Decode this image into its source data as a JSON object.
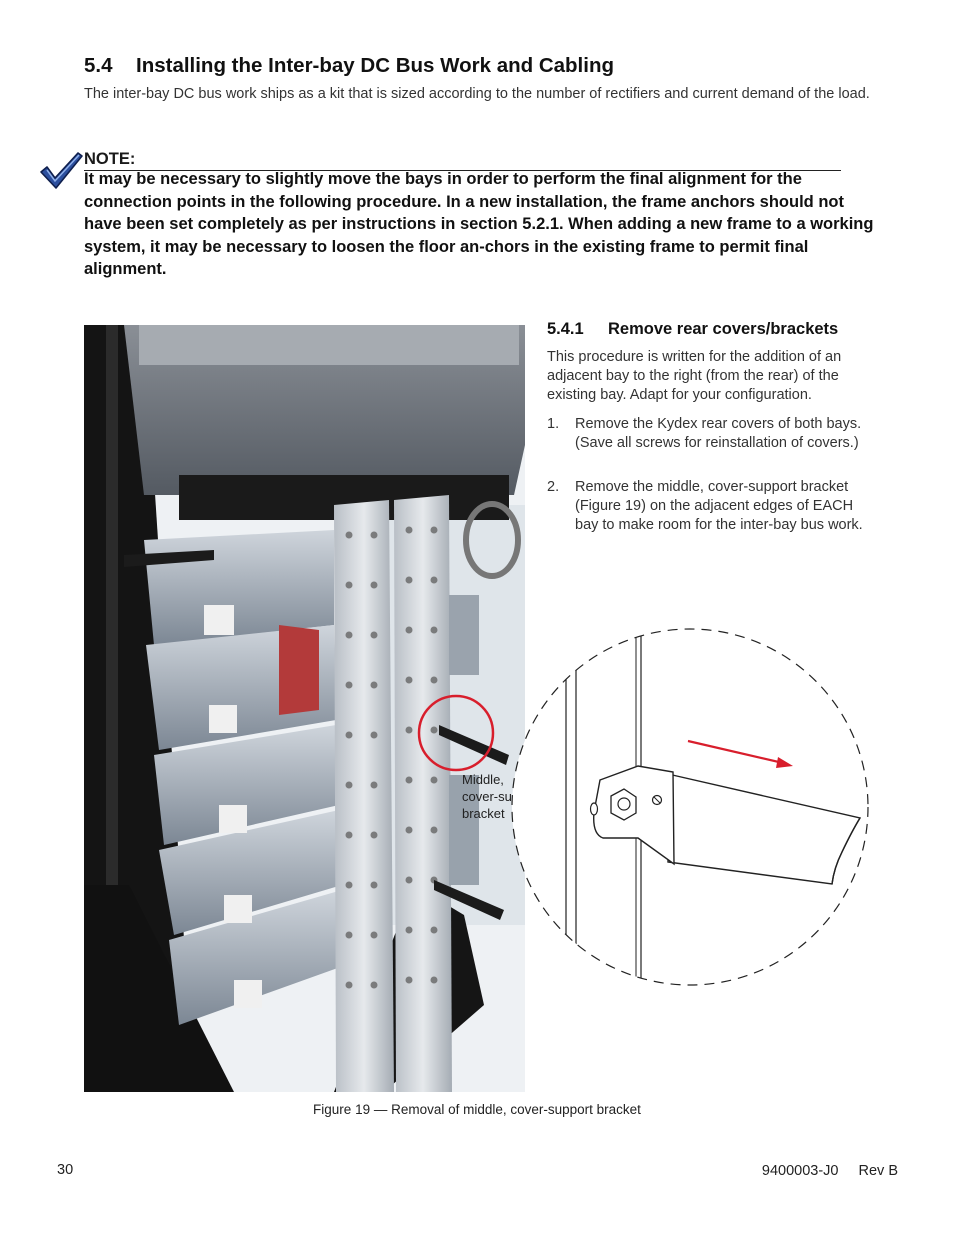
{
  "section": {
    "number": "5.4",
    "title": "Installing the Inter-bay DC Bus Work and Cabling",
    "intro": "The inter-bay DC bus work ships as a kit that is sized according to the number of rectifiers and current demand of the load."
  },
  "note": {
    "icon": "checkmark-icon",
    "label": "NOTE:",
    "text": "It may be necessary to slightly move the bays in order to perform the final alignment for the connection points in the following procedure. In a new installation, the frame anchors should not have been set completely as per instructions in section 5.2.1. When adding a new frame to a working system, it may be necessary to loosen the floor an-chors in the existing frame to permit final alignment."
  },
  "subsection": {
    "number": "5.4.1",
    "title": "Remove rear covers/brackets",
    "intro": "This procedure is written for the addition of an adjacent  bay to the right (from the rear) of the existing bay. Adapt for your configuration.",
    "steps": [
      {
        "num": "1.",
        "text": "Remove the Kydex rear covers of both bays. (Save all screws for reinstallation of covers.)"
      },
      {
        "num": "2.",
        "text": "Remove the middle, cover-support bracket (Figure 19) on the adjacent edges of EACH bay to make room for the inter-bay bus work."
      }
    ]
  },
  "figure": {
    "callout": {
      "line1": "Middle,",
      "line2": "cover-support",
      "line3": "bracket"
    },
    "caption": "Figure 19  —  Removal of middle, cover-support bracket",
    "highlight_color": "#d81e2c"
  },
  "footer": {
    "page_number": "30",
    "doc_id": "9400003-J0",
    "revision": "Rev B"
  }
}
